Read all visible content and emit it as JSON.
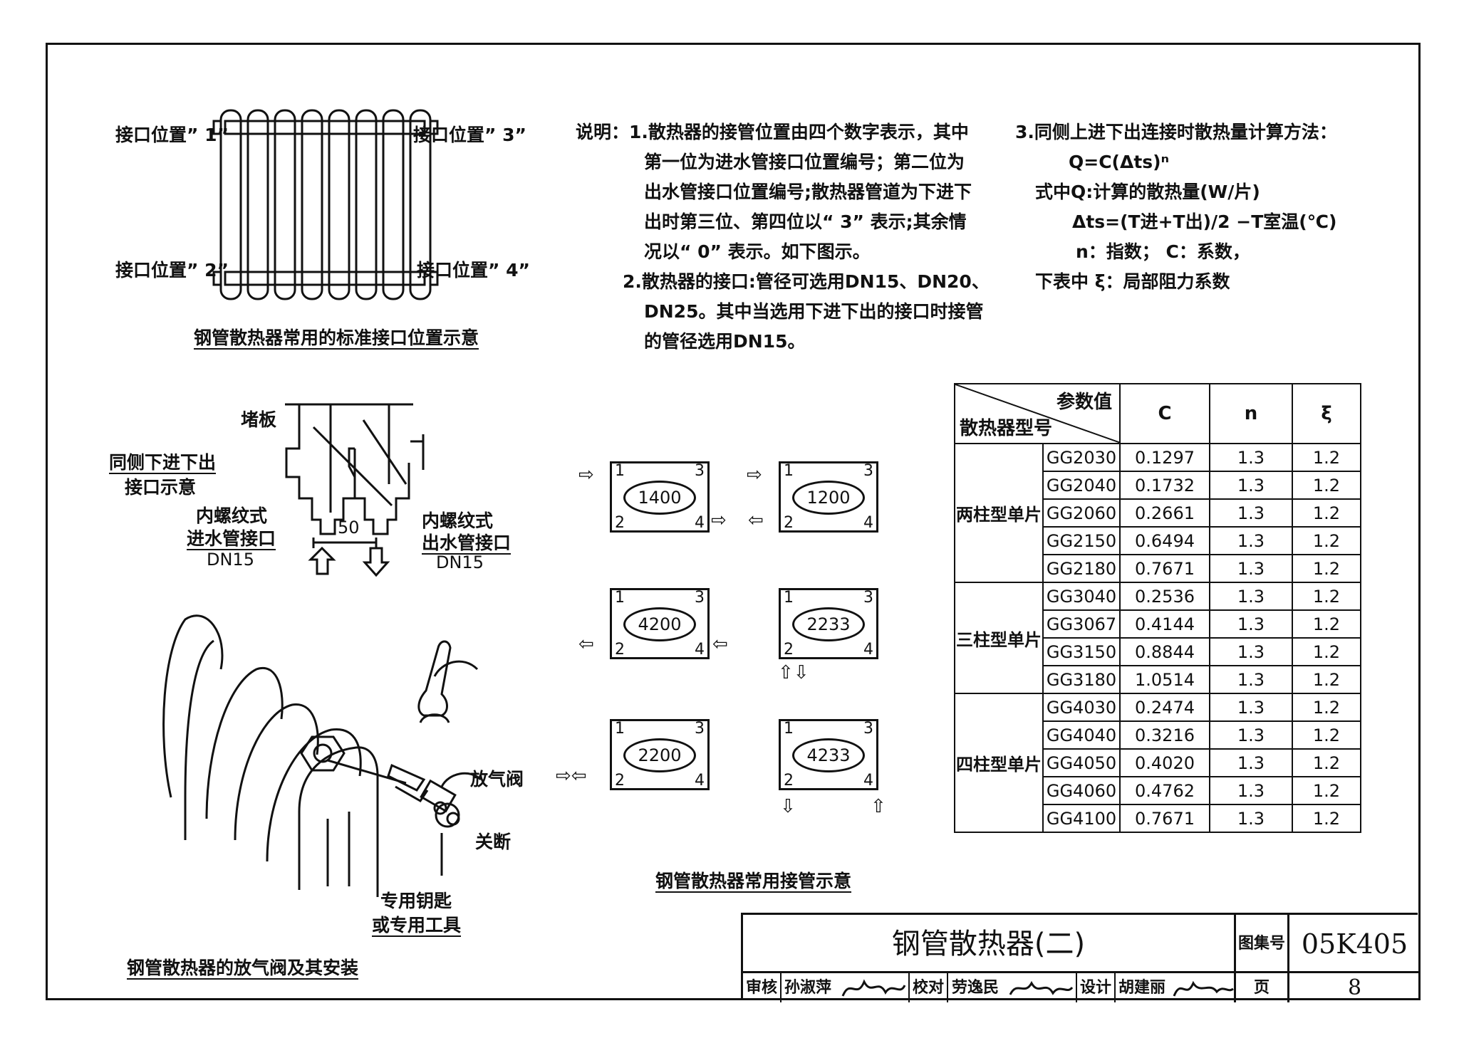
{
  "interface_positions": {
    "label_1": "接口位置” 1”",
    "label_2": "接口位置” 2”",
    "label_3": "接口位置” 3”",
    "label_4": "接口位置” 4”",
    "caption": "钢管散热器常用的标准接口位置示意"
  },
  "notes": {
    "note1_lines": [
      "说明：1.散热器的接管位置由四个数字表示，其中",
      "第一位为进水管接口位置编号；第二位为",
      "出水管接口位置编号;散热器管道为下进下",
      "出时第三位、第四位以“ 3” 表示;其余情",
      "况以“ 0” 表示。如下图示。"
    ],
    "note2_lines": [
      "2.散热器的接口:管径可选用DN15、DN20、",
      "DN25。其中当选用下进下出的接口时接管",
      "的管径选用DN15。"
    ],
    "note3_lines": [
      "3.同侧上进下出连接时散热量计算方法：",
      "Q=C(Δts)ⁿ",
      "式中Q:计算的散热量(W/片)",
      "Δts=(T进+T出)/2 −T室温(℃)",
      "n：指数；  C：系数，",
      "下表中  ξ：局部阻力系数"
    ]
  },
  "same_side_diagram": {
    "title_line1": "同侧下进下出",
    "title_line2": "接口示意",
    "plug_label": "堵板",
    "inlet_label_line1": "内螺纹式",
    "inlet_label_line2": "进水管接口",
    "inlet_size": "DN15",
    "outlet_label_line1": "内螺纹式",
    "outlet_label_line2": "出水管接口",
    "outlet_size": "DN15",
    "spacing": "50"
  },
  "valve_diagram": {
    "vent_valve_label": "放气阀",
    "shutoff_label": "关断",
    "key_label_line1": "专用钥匙",
    "key_label_line2": "或专用工具",
    "caption": "钢管散热器的放气阀及其安装"
  },
  "connection_examples": {
    "caption": "钢管散热器常用接管示意",
    "items": [
      {
        "code": "1400"
      },
      {
        "code": "1200"
      },
      {
        "code": "4200"
      },
      {
        "code": "2233"
      },
      {
        "code": "2200"
      },
      {
        "code": "4233"
      }
    ],
    "corner_1": "1",
    "corner_2": "2",
    "corner_3": "3",
    "corner_4": "4"
  },
  "param_table": {
    "header_diag_top": "参数值",
    "header_diag_bottom": "散热器型号",
    "col_c": "C",
    "col_n": "n",
    "col_xi": "ξ",
    "groups": [
      {
        "name": "两柱型单片",
        "rows": [
          {
            "model": "GG2030",
            "c": "0.1297",
            "n": "1.3",
            "xi": "1.2"
          },
          {
            "model": "GG2040",
            "c": "0.1732",
            "n": "1.3",
            "xi": "1.2"
          },
          {
            "model": "GG2060",
            "c": "0.2661",
            "n": "1.3",
            "xi": "1.2"
          },
          {
            "model": "GG2150",
            "c": "0.6494",
            "n": "1.3",
            "xi": "1.2"
          },
          {
            "model": "GG2180",
            "c": "0.7671",
            "n": "1.3",
            "xi": "1.2"
          }
        ]
      },
      {
        "name": "三柱型单片",
        "rows": [
          {
            "model": "GG3040",
            "c": "0.2536",
            "n": "1.3",
            "xi": "1.2"
          },
          {
            "model": "GG3067",
            "c": "0.4144",
            "n": "1.3",
            "xi": "1.2"
          },
          {
            "model": "GG3150",
            "c": "0.8844",
            "n": "1.3",
            "xi": "1.2"
          },
          {
            "model": "GG3180",
            "c": "1.0514",
            "n": "1.3",
            "xi": "1.2"
          }
        ]
      },
      {
        "name": "四柱型单片",
        "rows": [
          {
            "model": "GG4030",
            "c": "0.2474",
            "n": "1.3",
            "xi": "1.2"
          },
          {
            "model": "GG4040",
            "c": "0.3216",
            "n": "1.3",
            "xi": "1.2"
          },
          {
            "model": "GG4050",
            "c": "0.4020",
            "n": "1.3",
            "xi": "1.2"
          },
          {
            "model": "GG4060",
            "c": "0.4762",
            "n": "1.3",
            "xi": "1.2"
          },
          {
            "model": "GG4100",
            "c": "0.7671",
            "n": "1.3",
            "xi": "1.2"
          }
        ]
      }
    ]
  },
  "title_block": {
    "title": "钢管散热器(二)",
    "atlas_label": "图集号",
    "atlas_no": "05K405",
    "page_label": "页",
    "page_no": "8",
    "review_label": "审核",
    "review_name": "孙淑萍",
    "check_label": "校对",
    "check_name": "劳逸民",
    "design_label": "设计",
    "design_name": "胡建丽"
  }
}
